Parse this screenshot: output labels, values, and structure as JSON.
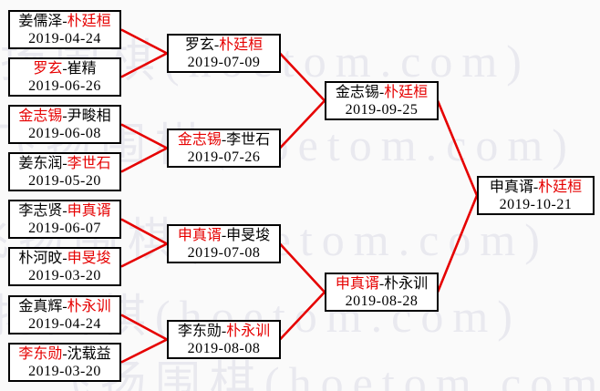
{
  "separator": "-",
  "watermark": {
    "text": "飞扬围棋(hoetom.com)",
    "color": "#e9e9ef"
  },
  "colors": {
    "winner_red": "#e60000",
    "connector_red": "#e60000",
    "box_border": "#000000",
    "text": "#000000",
    "background": "#fafafa"
  },
  "rounds": [
    {
      "round": "round-1",
      "matches": [
        {
          "p1": "姜儒泽",
          "p2": "朴廷桓",
          "p1_win": false,
          "p2_win": true,
          "date": "2019-04-24"
        },
        {
          "p1": "罗玄",
          "p2": "崔精",
          "p1_win": true,
          "p2_win": false,
          "date": "2019-06-26"
        },
        {
          "p1": "金志锡",
          "p2": "尹畯相",
          "p1_win": true,
          "p2_win": false,
          "date": "2019-06-08"
        },
        {
          "p1": "姜东润",
          "p2": "李世石",
          "p1_win": false,
          "p2_win": true,
          "date": "2019-05-20"
        },
        {
          "p1": "李志贤",
          "p2": "申真谞",
          "p1_win": false,
          "p2_win": true,
          "date": "2019-06-07"
        },
        {
          "p1": "朴河旼",
          "p2": "申旻埈",
          "p1_win": false,
          "p2_win": true,
          "date": "2019-03-20"
        },
        {
          "p1": "金真辉",
          "p2": "朴永训",
          "p1_win": false,
          "p2_win": true,
          "date": "2019-04-24"
        },
        {
          "p1": "李东勋",
          "p2": "沈载益",
          "p1_win": true,
          "p2_win": false,
          "date": "2019-03-20"
        }
      ]
    },
    {
      "round": "round-2",
      "matches": [
        {
          "p1": "罗玄",
          "p2": "朴廷桓",
          "p1_win": false,
          "p2_win": true,
          "date": "2019-07-09"
        },
        {
          "p1": "金志锡",
          "p2": "李世石",
          "p1_win": true,
          "p2_win": false,
          "date": "2019-07-26"
        },
        {
          "p1": "申真谞",
          "p2": "申旻埈",
          "p1_win": true,
          "p2_win": false,
          "date": "2019-07-08"
        },
        {
          "p1": "李东勋",
          "p2": "朴永训",
          "p1_win": false,
          "p2_win": true,
          "date": "2019-08-08"
        }
      ]
    },
    {
      "round": "semifinal",
      "matches": [
        {
          "p1": "金志锡",
          "p2": "朴廷桓",
          "p1_win": false,
          "p2_win": true,
          "date": "2019-09-25"
        },
        {
          "p1": "申真谞",
          "p2": "朴永训",
          "p1_win": true,
          "p2_win": false,
          "date": "2019-08-28"
        }
      ]
    },
    {
      "round": "final",
      "matches": [
        {
          "p1": "申真谞",
          "p2": "朴廷桓",
          "p1_win": false,
          "p2_win": true,
          "date": "2019-10-21"
        }
      ]
    }
  ]
}
